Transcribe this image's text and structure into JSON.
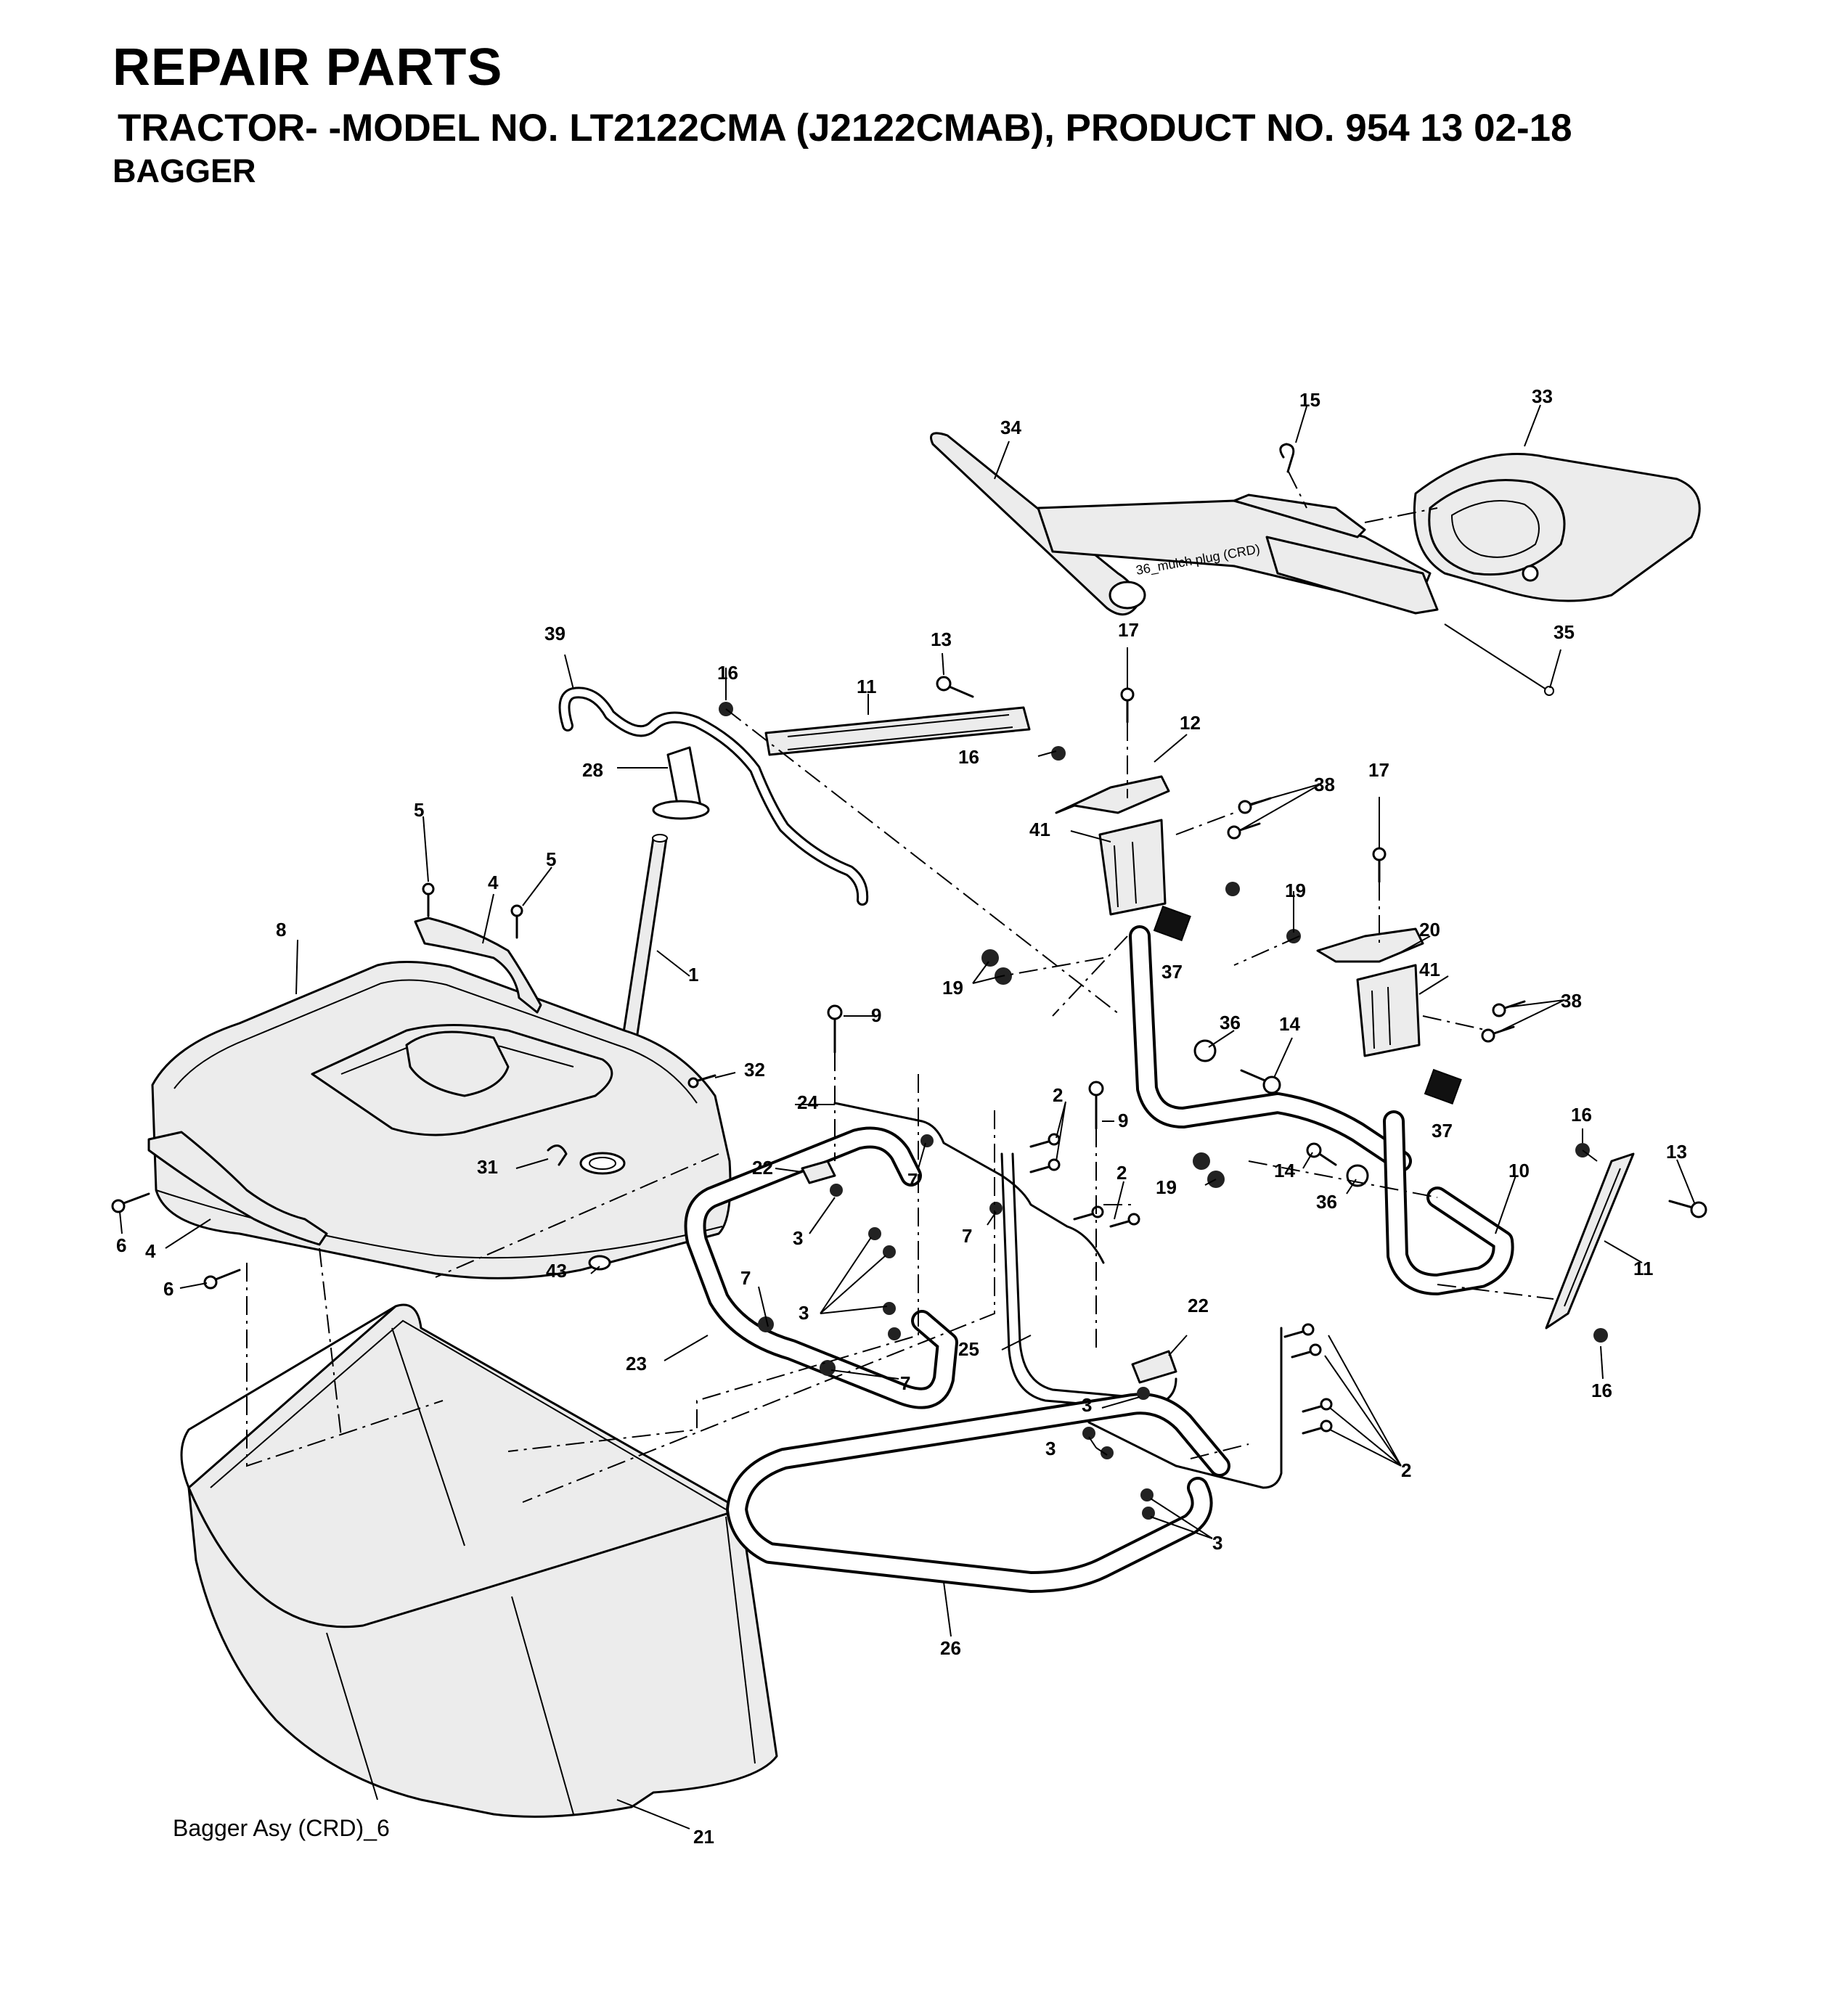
{
  "header": {
    "title": "REPAIR PARTS",
    "model_line": "TRACTOR- -MODEL NO. LT2122CMA (J2122CMAB), PRODUCT NO. 954 13 02-18",
    "section": "BAGGER"
  },
  "diagram": {
    "note_mulch_plug": "36_mulch plug (CRD)",
    "caption": "Bagger Asy (CRD)_6",
    "callouts": {
      "c1": "1",
      "c2a": "2",
      "c2b": "2",
      "c2c": "2",
      "c3a": "3",
      "c3b": "3",
      "c3c": "3",
      "c3d": "3",
      "c3e": "3",
      "c4a": "4",
      "c4b": "4",
      "c5a": "5",
      "c5b": "5",
      "c6a": "6",
      "c6b": "6",
      "c7a": "7",
      "c7b": "7",
      "c7c": "7",
      "c7d": "7",
      "c8": "8",
      "c9a": "9",
      "c9b": "9",
      "c10": "10",
      "c11a": "11",
      "c11b": "11",
      "c12": "12",
      "c13a": "13",
      "c13b": "13",
      "c14a": "14",
      "c14b": "14",
      "c15": "15",
      "c16a": "16",
      "c16b": "16",
      "c16c": "16",
      "c16d": "16",
      "c17a": "17",
      "c17b": "17",
      "c19a": "19",
      "c19b": "19",
      "c19c": "19",
      "c20": "20",
      "c21": "21",
      "c22a": "22",
      "c22b": "22",
      "c23": "23",
      "c24": "24",
      "c25": "25",
      "c26": "26",
      "c28": "28",
      "c31": "31",
      "c32": "32",
      "c33": "33",
      "c34": "34",
      "c35": "35",
      "c36a": "36",
      "c36b": "36",
      "c37a": "37",
      "c37b": "37",
      "c38a": "38",
      "c38b": "38",
      "c39": "39",
      "c41a": "41",
      "c41b": "41",
      "c43": "43"
    }
  }
}
